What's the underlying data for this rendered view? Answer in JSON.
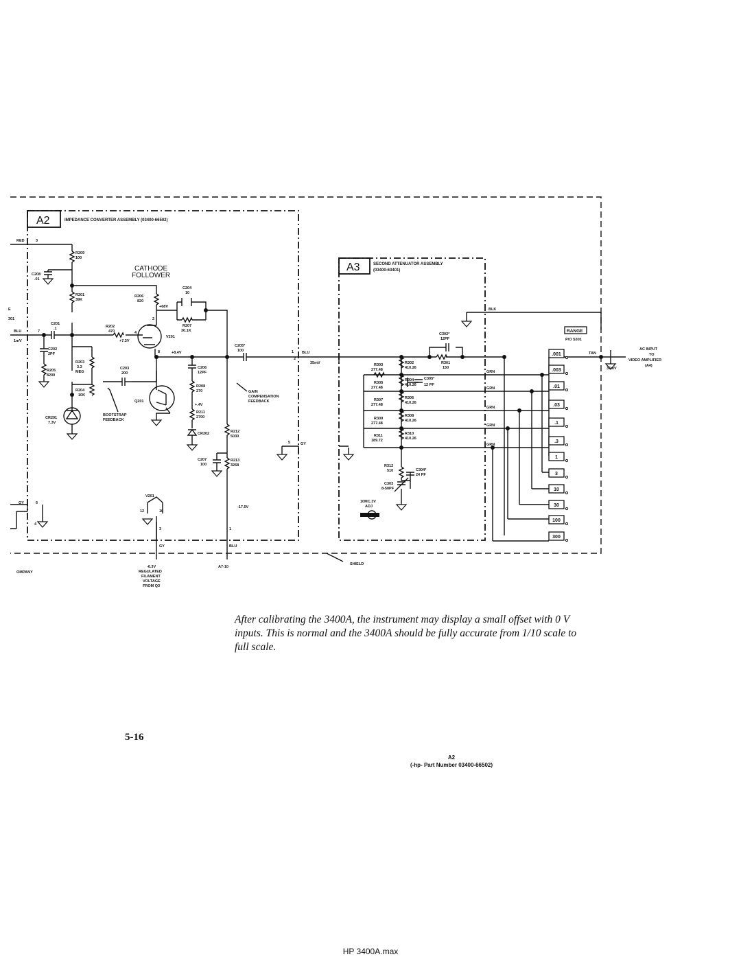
{
  "assemblies": {
    "a2": {
      "tag": "A2",
      "title": "IMPEDANCE CONVERTER ASSEMBLY (03400-66502)"
    },
    "a3": {
      "tag": "A3",
      "title_line1": "SECOND ATTENUATOR ASSEMBLY",
      "title_line2": "(03400-63401)"
    }
  },
  "a2_labels": {
    "cathode_follower_1": "CATHODE",
    "cathode_follower_2": "FOLLOWER",
    "red": "RED",
    "pin3": "3",
    "blu_in": "BLU",
    "pin7": "7",
    "in_mv": "1mV",
    "r209": "R209",
    "r209_val": "100",
    "c208": "C208",
    "c208_val": ".01",
    "r201": "R201",
    "r201_val": "39K",
    "r206": "R206",
    "r206_val": "820",
    "c204": "C204",
    "c204_val": "10",
    "v68": "+68V",
    "r207": "R207",
    "r207_val": "30.1K",
    "c201": "C201",
    "c201_val": ".1",
    "r202": "R202",
    "r202_val": "470",
    "v7_3": "+7.3V",
    "v201": "V201",
    "pin2": "2",
    "pin4": "4",
    "pin8": "8",
    "v8_4": "+8.4V",
    "c202": "C202",
    "c202_val": "2PF",
    "r203": "R203",
    "r203_val": "3.3",
    "r203_unit": "MEG",
    "c203": "C203",
    "c203_val": "200",
    "r205": "R205",
    "r205_val": "8200",
    "r204": "R204",
    "r204_val": "10K",
    "q201": "Q201",
    "bootstrap_1": "BOOTSTRAP",
    "bootstrap_2": "FEEDBACK",
    "cr201": "CR201",
    "cr201_val": "7.3V",
    "c205": "C205*",
    "c205_val": "100",
    "c206": "C206",
    "c206_val": "12PF",
    "gain_1": "GAIN",
    "gain_2": "COMPENSATION",
    "gain_3": "FEEDBACK",
    "r208": "R208",
    "r208_val": "270",
    "v4": "+.4V",
    "r211": "R211",
    "r211_val": "2700",
    "cr202": "CR202",
    "r212": "R212",
    "r212_val": "5030",
    "c207": "C207",
    "c207_val": "100",
    "r213": "R213",
    "r213_val": "3268",
    "pin1": "1",
    "pin5": "5",
    "gy": "GY",
    "pin6": "6",
    "gy2": "GY",
    "pin4b": "4",
    "v201b": "V201",
    "pin12": "12",
    "pin10": "10",
    "pin3b": "3",
    "v17_5": "-17.5V",
    "gy3": "GY",
    "blu_out": "BLU",
    "minus6_3v": "-6.3V",
    "regulated": "REGULATED",
    "filament": "FILAMENT",
    "voltage": "VOLTAGE",
    "from_q3": "FROM Q3",
    "a7_10": "A7-10",
    "pin1b": "1",
    "company": "OMPANY",
    "e_box": "E",
    "s301": "301"
  },
  "a3_labels": {
    "blu": "BLU",
    "pin2": "2",
    "mv35": "35mV",
    "r303": "R303",
    "r303_val": "277.48",
    "r302": "R302",
    "r302_val": "410.26",
    "r301": "R301",
    "r301_val": "150",
    "c302": "C302*",
    "c302_val": "12PF",
    "r305": "R305",
    "r305_val": "277.48",
    "r304": "R304",
    "r304_val": "410.26",
    "c305": "C305*",
    "c305_val": "12 PF",
    "r307": "R307",
    "r307_val": "277.48",
    "r306": "R306",
    "r306_val": "410.26",
    "r309": "R309",
    "r309_val": "277.48",
    "r308": "R308",
    "r308_val": "410.26",
    "r311": "R311",
    "r311_val": "189.72",
    "r310": "R310",
    "r310_val": "410.26",
    "r312": "R312",
    "r312_val": "510",
    "c304": "C304*",
    "c304_val": "24 PF",
    "c303": "C303",
    "c303_val": "8-50PF",
    "adj_1": "10MC.3V",
    "adj_2": "ADJ",
    "grn": "GRN",
    "blk": "BLK",
    "tan": "TAN"
  },
  "range": {
    "title": "RANGE",
    "switch": "P/O S301",
    "positions": [
      ".001",
      ".003",
      ".01",
      ".03",
      ".1",
      ".3",
      "1",
      "3",
      "10",
      "30",
      "100",
      "300"
    ]
  },
  "output": {
    "line1": "AC INPUT",
    "line2": "TO",
    "line3": "VIDEO AMPLIFIER",
    "line4": "(A4)",
    "mv": "35mV",
    "shield": "SHIELD"
  },
  "note": "After calibrating the 3400A, the instrument may display a small offset with 0 V inputs. This is normal and the 3400A should be fully accurate from 1/10 scale to full scale.",
  "page_number": "5-16",
  "part_ref": {
    "line1": "A2",
    "line2": "(-hp- Part Number 03400-66502)"
  },
  "footer": "HP 3400A.max"
}
